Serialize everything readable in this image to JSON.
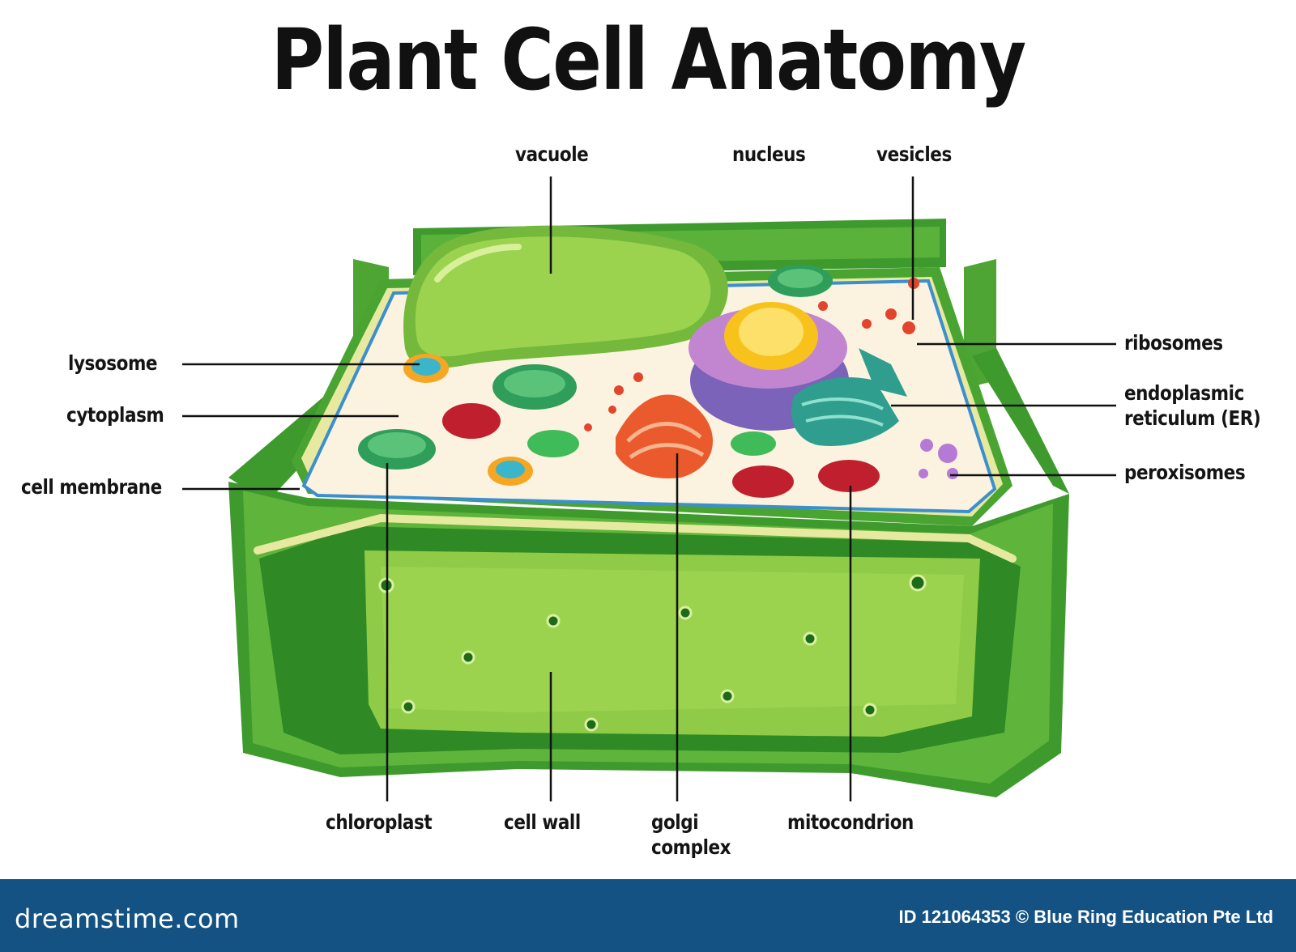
{
  "title": "Plant Cell Anatomy",
  "labels": {
    "vacuole": "vacuole",
    "nucleus": "nucleus",
    "vesicles": "vesicles",
    "lysosome": "lysosome",
    "cytoplasm": "cytoplasm",
    "cell_membrane": "cell membrane",
    "ribosomes": "ribosomes",
    "endoplasmic_reticulum": "endoplasmic\nreticulum (ER)",
    "peroxisomes": "peroxisomes",
    "chloroplast": "chloroplast",
    "cell_wall": "cell wall",
    "golgi_complex": "golgi\ncomplex",
    "mitocondrion": "mitocondrion"
  },
  "footer": {
    "brand": "dreamstime.com",
    "credit": "ID 121064353 © Blue Ring Education Pte Ltd"
  },
  "colors": {
    "cell_wall_dark": "#3f9a2e",
    "cell_wall_light": "#8fcb47",
    "cytoplasm": "#fbf3df",
    "membrane": "#3b8fcf",
    "vacuole": "#8ccc4a",
    "nucleus": "#8e66b8",
    "nucleolus": "#f7c21b",
    "golgi": "#ea5a2c",
    "er": "#2f9e8e",
    "mitochondrion": "#c0202e",
    "peroxisome": "#b57ad6",
    "lysosome": "#f5a623",
    "footer": "#135282"
  }
}
